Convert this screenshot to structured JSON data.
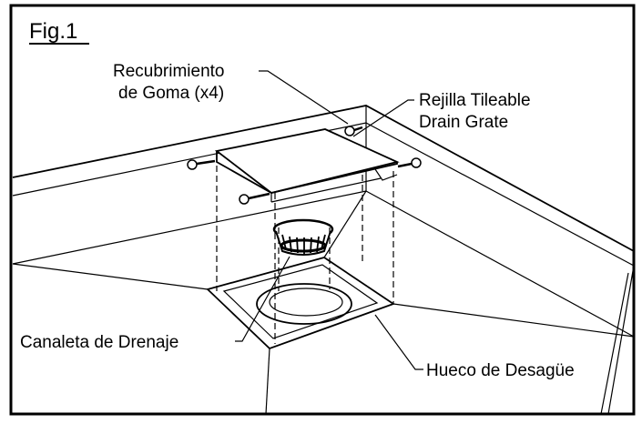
{
  "figure": {
    "title": "Fig.1",
    "labels": {
      "rubber_cover_line1": "Recubrimiento",
      "rubber_cover_line2": "de Goma (x4)",
      "grate_line1": "Rejilla Tileable",
      "grate_line2": "Drain Grate",
      "drain_channel": "Canaleta de Drenaje",
      "drain_hole": "Hueco de Desagüe"
    }
  },
  "colors": {
    "line": "#000000",
    "background": "#ffffff"
  }
}
